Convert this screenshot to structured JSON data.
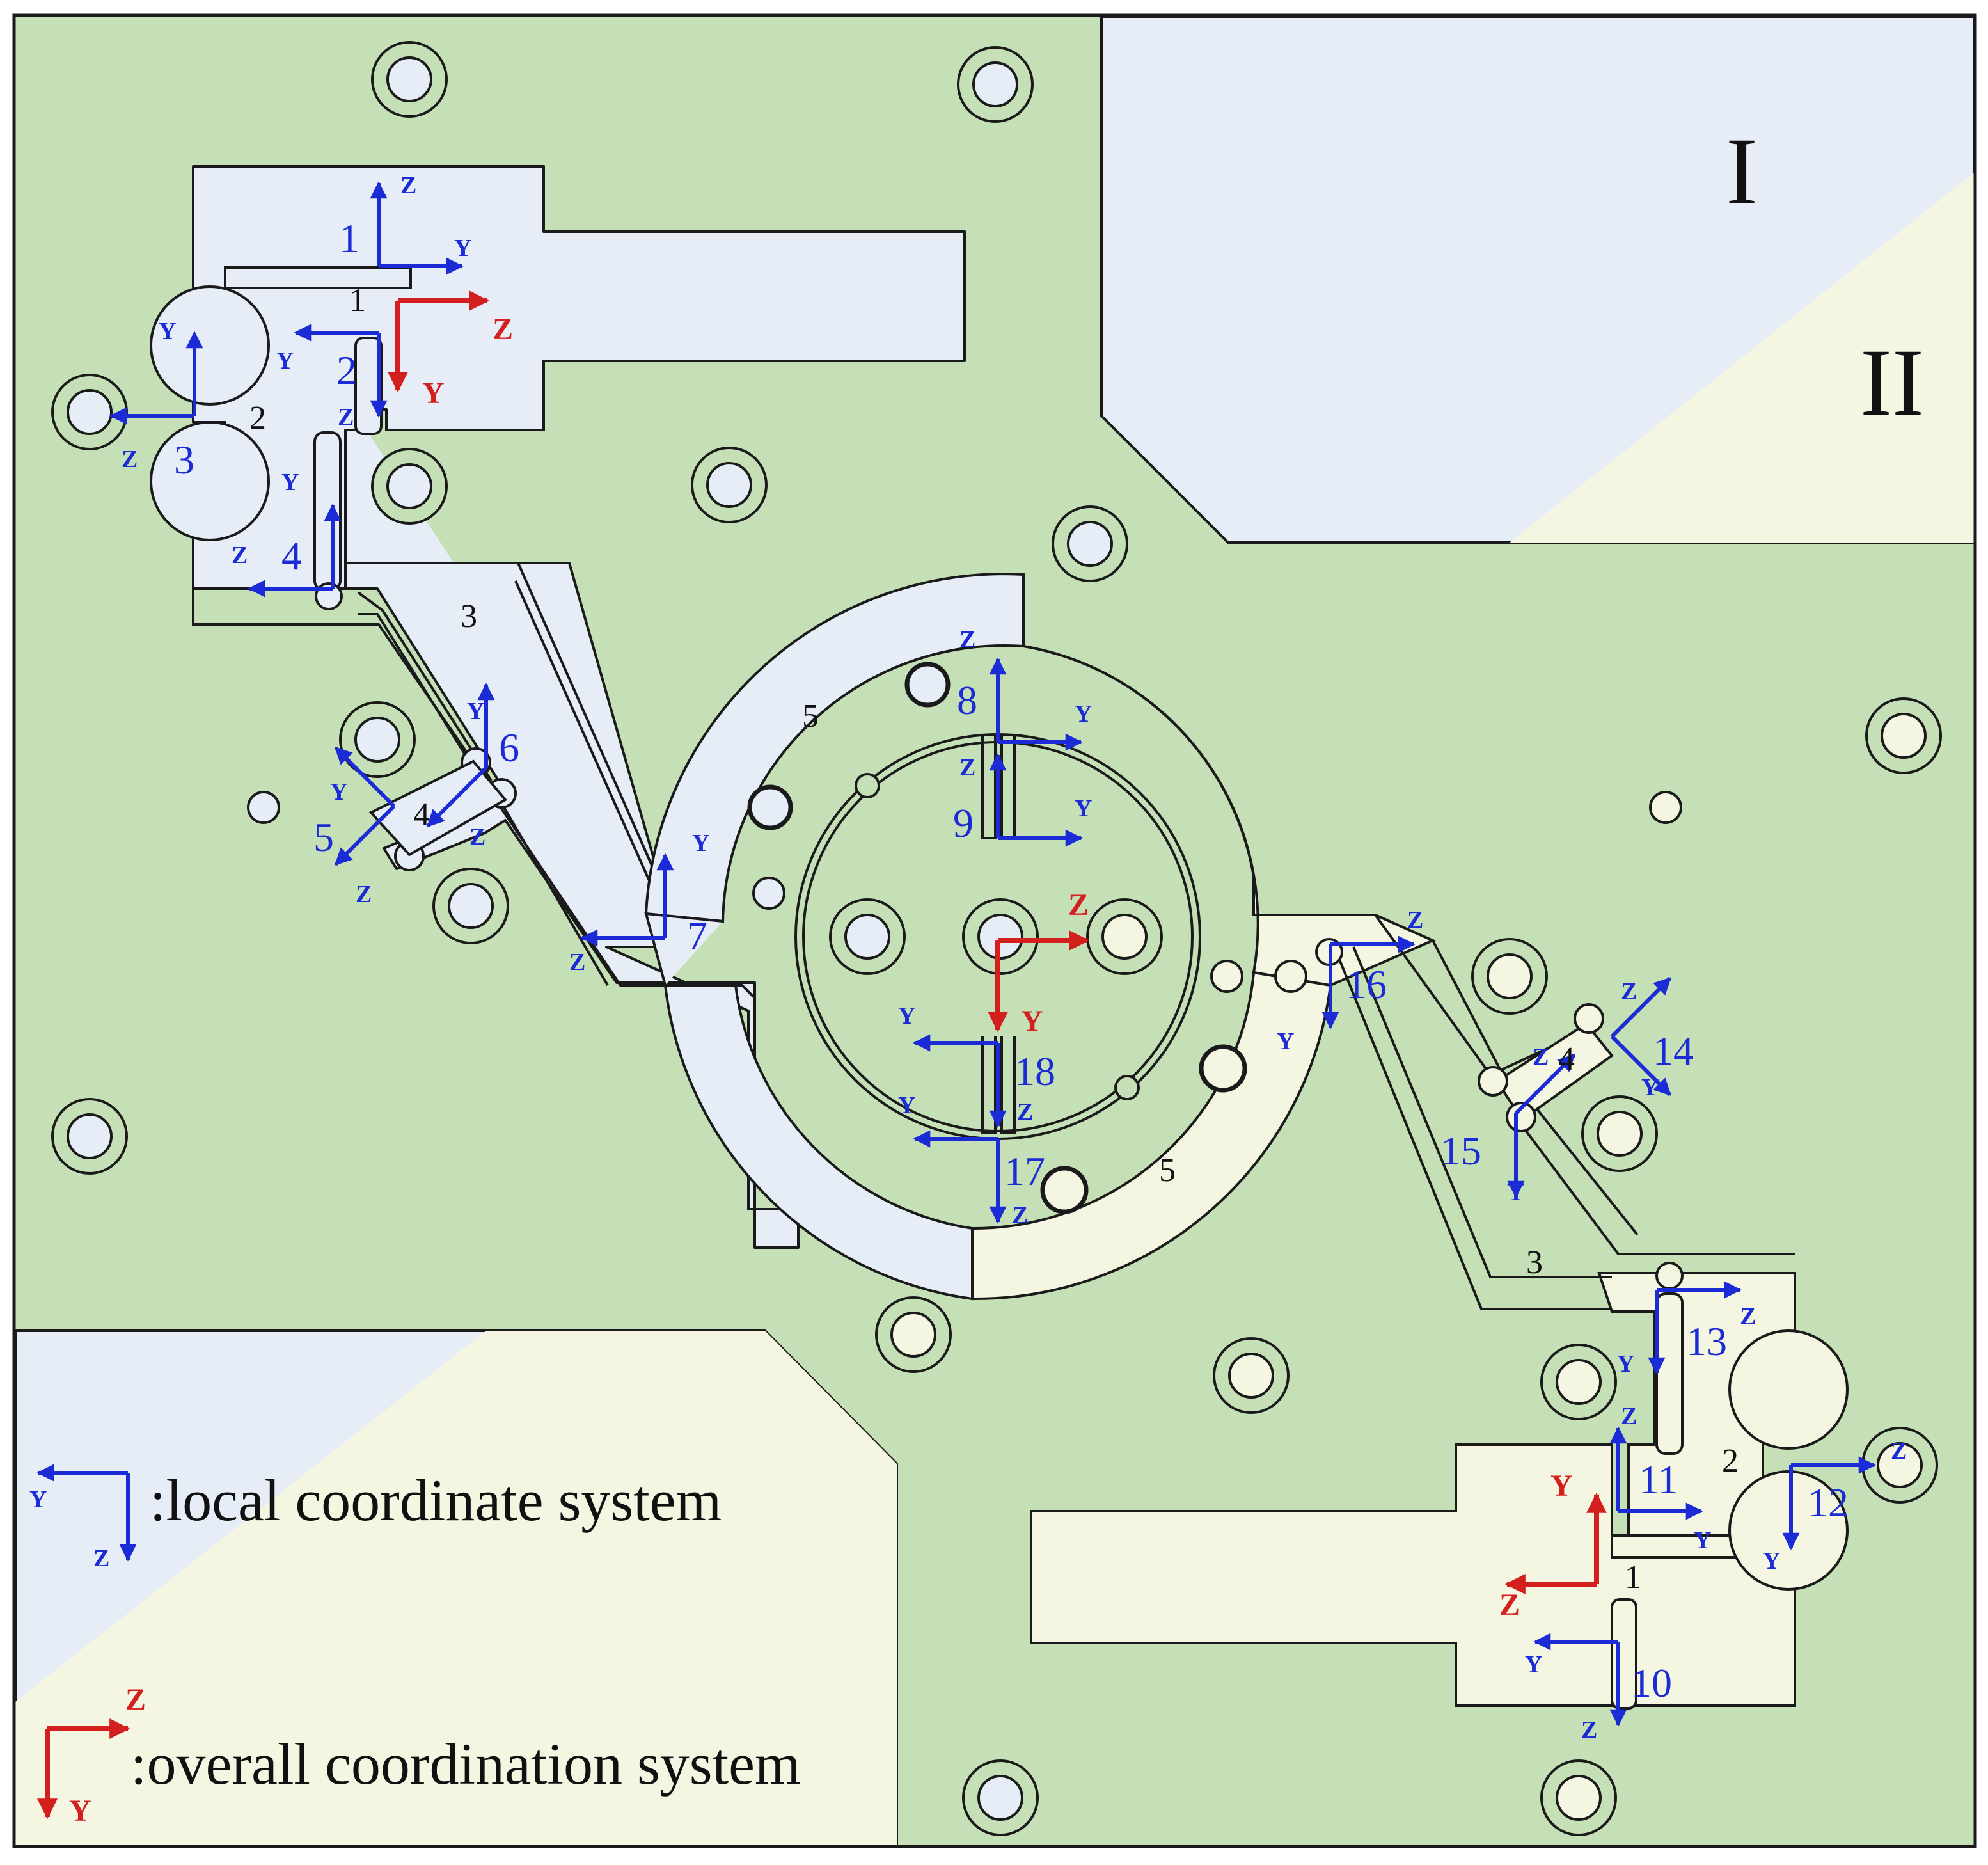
{
  "colors": {
    "plate": "#c5e0b6",
    "region_I": "#e7edf7",
    "region_II": "#f4f6e1",
    "local_axis": "#1b2bd6",
    "global_axis": "#d41f1f",
    "outline": "#1a1a1a"
  },
  "roman": {
    "I": "I",
    "II": "II"
  },
  "legend": {
    "local_label": ":local coordinate system",
    "overall_label": ":overall coordination system",
    "local_y": "Y",
    "local_z": "Z",
    "overall_z": "Z",
    "overall_y": "Y"
  },
  "region_numbers": {
    "upper_1": "1",
    "upper_2": "2",
    "upper_3": "3",
    "upper_4": "4",
    "upper_5": "5",
    "lower_1": "1",
    "lower_2": "2",
    "lower_3": "3",
    "lower_4": "4",
    "lower_5": "5"
  },
  "frame_numbers": {
    "f1": "1",
    "f2": "2",
    "f3": "3",
    "f4": "4",
    "f5": "5",
    "f6": "6",
    "f7": "7",
    "f8": "8",
    "f9": "9",
    "f10": "10",
    "f11": "11",
    "f12": "12",
    "f13": "13",
    "f14": "14",
    "f15": "15",
    "f16": "16",
    "f17": "17",
    "f18": "18"
  },
  "axis_letters": {
    "y": "Y",
    "z": "Z"
  }
}
